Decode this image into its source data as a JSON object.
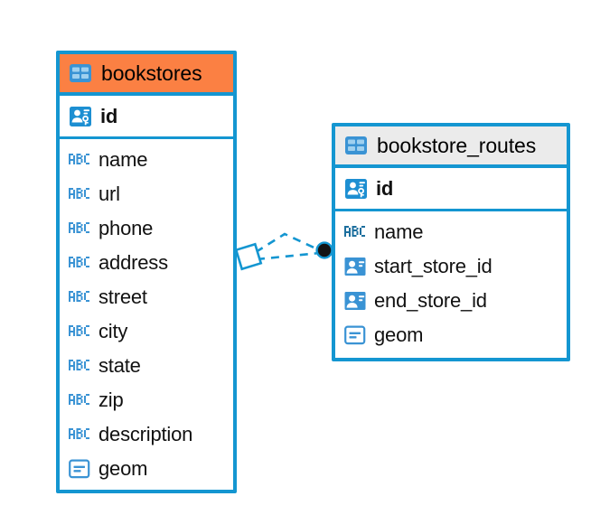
{
  "diagram": {
    "type": "entity-relationship-diagram",
    "background_color": "#ffffff",
    "accent_color": "#1496d1",
    "highlight_color": "#fb8043",
    "header_neutral_color": "#ebebeb"
  },
  "entities": [
    {
      "name": "bookstores",
      "header_icon": "table-icon",
      "header_style": "accent-orange",
      "primary_key": {
        "label": "id",
        "icon": "primary-key-icon"
      },
      "fields": [
        {
          "label": "name",
          "icon": "text-abc-icon"
        },
        {
          "label": "url",
          "icon": "text-abc-icon"
        },
        {
          "label": "phone",
          "icon": "text-abc-icon"
        },
        {
          "label": "address",
          "icon": "text-abc-icon"
        },
        {
          "label": "street",
          "icon": "text-abc-icon"
        },
        {
          "label": "city",
          "icon": "text-abc-icon"
        },
        {
          "label": "state",
          "icon": "text-abc-icon"
        },
        {
          "label": "zip",
          "icon": "text-abc-icon"
        },
        {
          "label": "description",
          "icon": "text-abc-icon"
        },
        {
          "label": "geom",
          "icon": "geometry-icon"
        }
      ]
    },
    {
      "name": "bookstore_routes",
      "header_icon": "table-icon",
      "header_style": "accent-gray",
      "primary_key": {
        "label": "id",
        "icon": "primary-key-icon"
      },
      "fields": [
        {
          "label": "name",
          "icon": "text-abc-icon"
        },
        {
          "label": "start_store_id",
          "icon": "foreign-key-icon"
        },
        {
          "label": "end_store_id",
          "icon": "foreign-key-icon"
        },
        {
          "label": "geom",
          "icon": "geometry-icon"
        }
      ]
    }
  ],
  "relationship": {
    "style": "dashed",
    "color": "#1496d1",
    "source_marker": "diamond-outline",
    "target_marker": "filled-circle",
    "target_marker_color": "#141414"
  }
}
